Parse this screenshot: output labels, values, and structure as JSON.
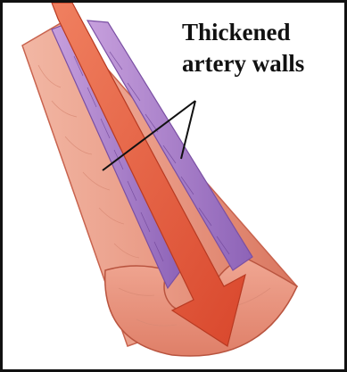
{
  "label": {
    "line1": "Thickened",
    "line2": "artery walls"
  },
  "colors": {
    "frame": "#111111",
    "outer_wall": "#e8917d",
    "outer_wall_light": "#f3b8a6",
    "inner_wall": "#a77ac9",
    "inner_wall_dark": "#8a5fb3",
    "lumen_arrow": "#e0563b",
    "background": "#ffffff"
  },
  "icons": [
    "artery-cross-section",
    "blood-flow-arrow"
  ]
}
